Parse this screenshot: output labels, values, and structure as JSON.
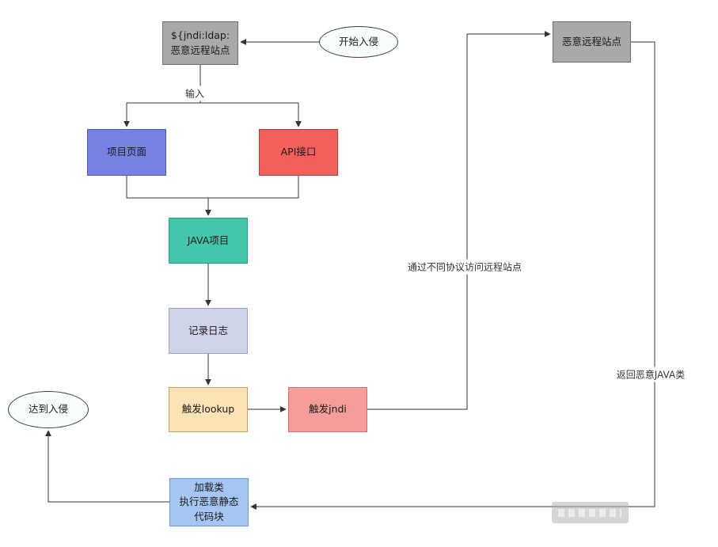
{
  "nodes": {
    "payload": {
      "label": "${jndi:ldap:恶意远程站点"
    },
    "start": {
      "label": "开始入侵"
    },
    "remote_site": {
      "label": "恶意远程站点"
    },
    "project_page": {
      "label": "项目页面"
    },
    "api": {
      "label": "API接口"
    },
    "java_project": {
      "label": "JAVA项目"
    },
    "log": {
      "label": "记录日志"
    },
    "lookup": {
      "label": "触发lookup"
    },
    "jndi": {
      "label": "触发jndi"
    },
    "load_class": {
      "label": "加载类\n执行恶意静态\n代码块"
    },
    "end": {
      "label": "达到入侵"
    }
  },
  "edge_labels": {
    "input": "输入",
    "protocol": "通过不同协议访问远程站点",
    "return_class": "返回恶意JAVA类"
  },
  "colors": {
    "line": "#333333",
    "node_gray": "#a9a9a9",
    "node_blue": "#7682e2",
    "node_red": "#f2605c",
    "node_teal": "#43c6aa",
    "node_lavender": "#ced3ea",
    "node_peach": "#fbe3b5",
    "node_pink": "#f59d9b",
    "node_lightblue": "#a5c6f2",
    "ellipse_fill": "#fafdfd",
    "background": "#ffffff"
  }
}
